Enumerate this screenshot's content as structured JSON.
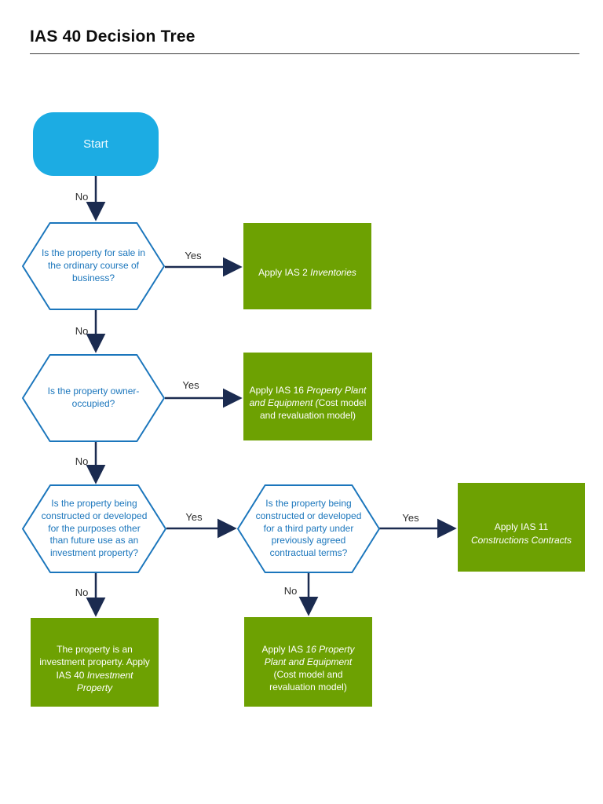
{
  "page": {
    "title": "IAS 40 Decision Tree"
  },
  "colors": {
    "cyan": "#1CACE3",
    "green": "#6DA102",
    "blue": "#1B76BC",
    "navy": "#1B2B50"
  },
  "flowchart": {
    "start": {
      "label": "Start",
      "no_label": "No"
    },
    "decisions": [
      {
        "question": "Is the property for sale in\nthe ordinary course of\nbusiness?",
        "yes_label": "Yes",
        "no_label": "No"
      },
      {
        "question": "Is the property owner-\noccupied?",
        "yes_label": "Yes",
        "no_label": "No"
      },
      {
        "question": "Is the property being\nconstructed or developed\nfor the purposes other\nthan future use as an\ninvestment property?",
        "yes_label": "Yes",
        "no_label": "No"
      },
      {
        "question": "Is the property being\nconstructed or developed\nfor a third party under\npreviously agreed\ncontractual terms?",
        "yes_label": "Yes",
        "no_label": "No"
      }
    ],
    "results": [
      {
        "pre": "Apply IAS 2 ",
        "italic": "Inventories",
        "post": ""
      },
      {
        "pre": "Apply IAS 16 ",
        "italic": "Property Plant\nand Equipment (",
        "post": "Cost model\nand revaluation model)"
      },
      {
        "pre": "Apply IAS 11\n",
        "italic": "Constructions Contracts",
        "post": ""
      },
      {
        "pre": "The property is an\ninvestment property. Apply\nIAS 40 ",
        "italic": "Investment\nProperty",
        "post": ""
      },
      {
        "pre": "Apply IAS ",
        "italic": "16  Property\nPlant and Equipment",
        "post": "\n(Cost model and\nrevaluation model)"
      }
    ],
    "labels": {
      "start_no": "No",
      "d1_yes": "Yes",
      "d1_no": "No",
      "d2_yes": "Yes",
      "d2_no": "No",
      "d3_yes": "Yes",
      "d3_no": "No",
      "d4_yes": "Yes",
      "d4_no": "No"
    }
  }
}
